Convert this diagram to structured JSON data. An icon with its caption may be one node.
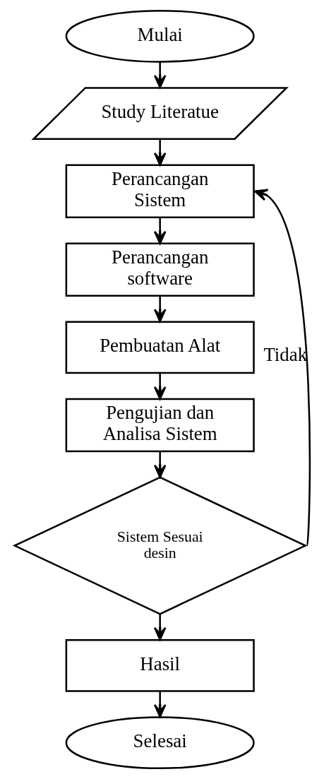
{
  "diagram": {
    "nodes": [
      {
        "text": [
          "Mulai"
        ]
      },
      {
        "text": [
          "Study Literatue"
        ]
      },
      {
        "text": [
          "Perancangan Sistem"
        ]
      },
      {
        "text": [
          "Perancangan software"
        ]
      },
      {
        "text": [
          "Pembuatan Alat"
        ]
      },
      {
        "text": [
          "Pengujian dan Analisa Sistem"
        ]
      },
      {
        "text": [
          "Sistem Sesuai desin"
        ]
      },
      {
        "text": [
          "Hasil"
        ]
      },
      {
        "text": [
          "Selesai"
        ]
      }
    ],
    "edges": [
      {
        "from": 0,
        "to": 1,
        "arrow": "to"
      },
      {
        "from": 1,
        "to": 2,
        "arrow": "to"
      },
      {
        "from": 2,
        "to": 3,
        "arrow": "to"
      },
      {
        "from": 3,
        "to": 4,
        "arrow": "to"
      },
      {
        "from": 4,
        "to": 5,
        "arrow": "to"
      },
      {
        "from": 5,
        "to": 6,
        "arrow": "to"
      },
      {
        "from": 6,
        "to": 7,
        "arrow": "to"
      },
      {
        "from": 7,
        "to": 8,
        "arrow": "to"
      },
      {
        "from": 6,
        "to": 2,
        "arrow": "to",
        "label": "Tidak"
      }
    ]
  }
}
